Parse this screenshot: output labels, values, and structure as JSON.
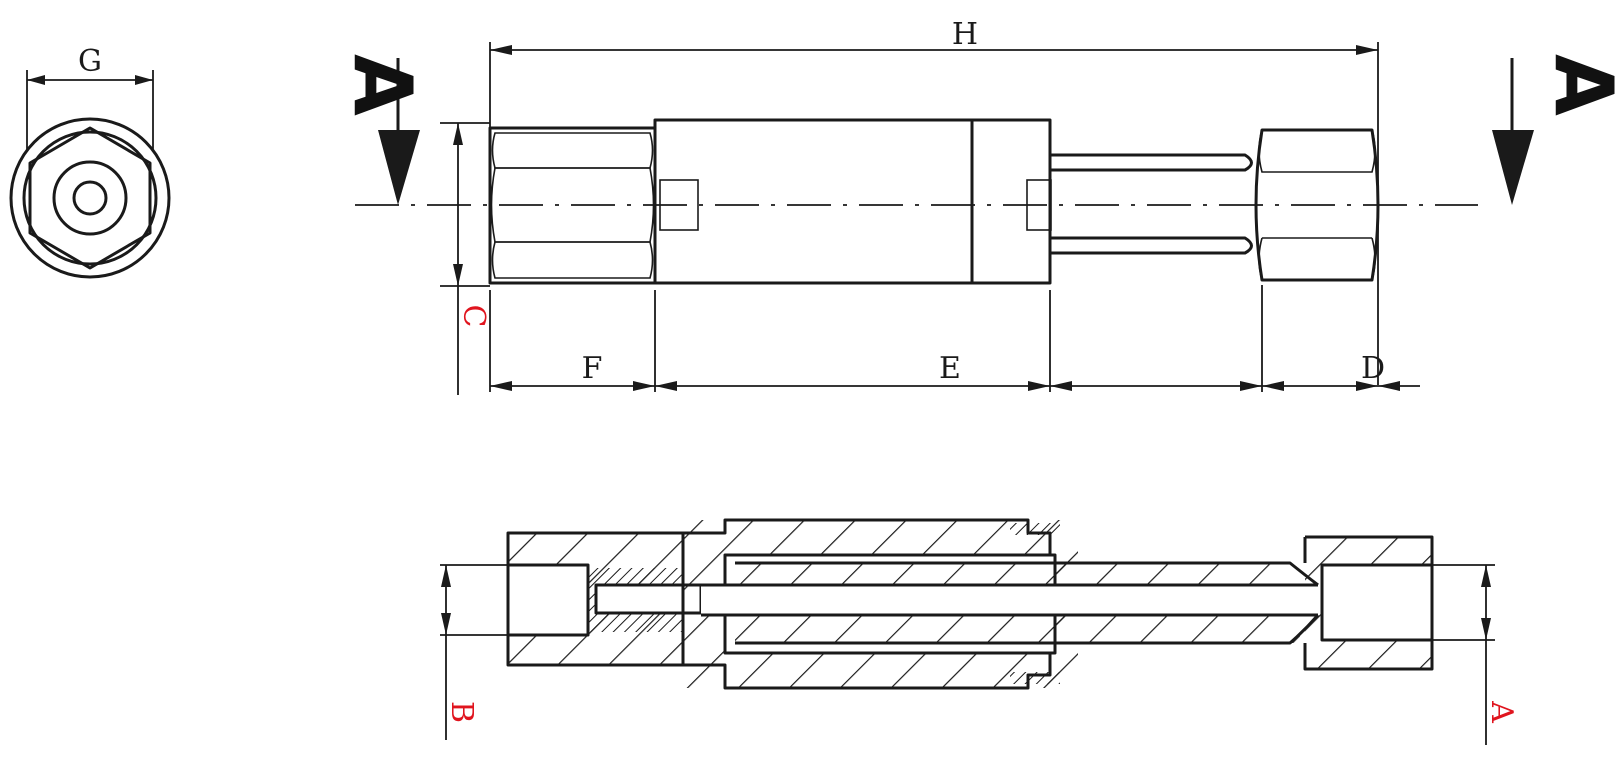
{
  "labels": {
    "overall_length": "H",
    "hex_width": "G",
    "body_height": "C",
    "left_hex_length": "F",
    "body_length": "E",
    "right_hex_length": "D",
    "section_mark_left": "A",
    "section_mark_right": "A",
    "port_left": "B",
    "port_right": "A"
  },
  "colors": {
    "line": "#1a1a1a",
    "red_label": "#e0141e",
    "background": "#ffffff"
  }
}
